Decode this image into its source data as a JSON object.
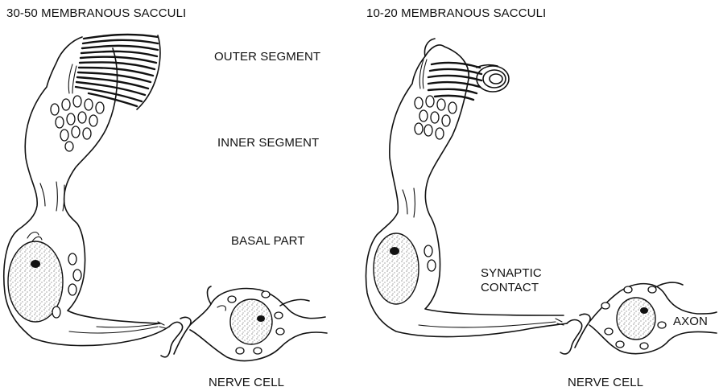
{
  "labels": {
    "left_title": "30-50 MEMBRANOUS SACCULI",
    "right_title": "10-20 MEMBRANOUS SACCULI",
    "outer_segment": "OUTER SEGMENT",
    "inner_segment": "INNER SEGMENT",
    "basal_part": "BASAL PART",
    "synaptic_contact_line1": "SYNAPTIC",
    "synaptic_contact_line2": "CONTACT",
    "axon": "AXON",
    "nerve_cell_left": "NERVE CELL",
    "nerve_cell_right": "NERVE CELL"
  }
}
